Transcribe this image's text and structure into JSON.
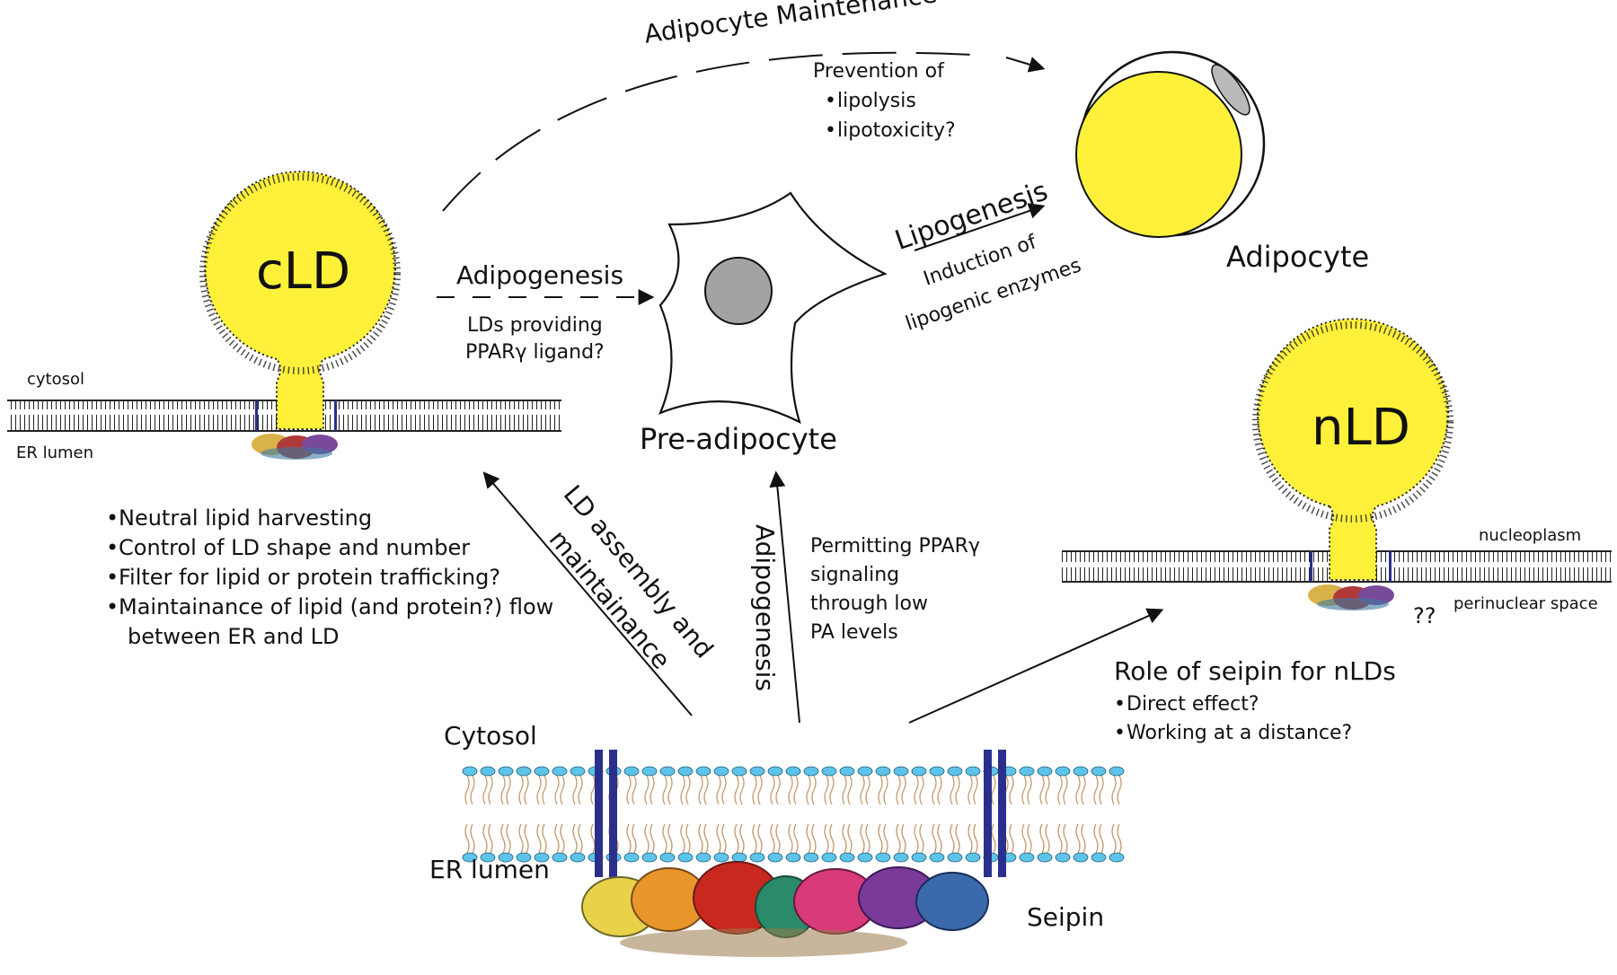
{
  "labels": {
    "adipocyte_maintenance": "Adipocyte Maintenance",
    "prevention_of": "Prevention of",
    "lipolysis": "lipolysis",
    "lipotoxicity": "lipotoxicity?",
    "lipogenesis": "Lipogenesis",
    "induction_of": "Induction of",
    "lipogenic_enzymes": "lipogenic enzymes",
    "adipocyte": "Adipocyte",
    "cld": "cLD",
    "nld": "nLD",
    "adipogenesis_top": "Adipogenesis",
    "lds_providing": "LDs providing",
    "ppar_ligand": "PPARγ ligand?",
    "pre_adipocyte": "Pre-adipocyte",
    "cytosol_small": "cytosol",
    "er_lumen_small": "ER lumen",
    "nucleoplasm": "nucleoplasm",
    "perinuclear_space": "perinuclear space",
    "question_marks": "??",
    "ld_assembly_1": "LD assembly and",
    "ld_assembly_2": "maintainance",
    "adipogenesis_vertical": "Adipogenesis",
    "permitting_1": "Permitting PPARγ",
    "permitting_2": "signaling",
    "permitting_3": "through low",
    "permitting_4": "PA levels",
    "role_title": "Role of seipin for nLDs",
    "direct_effect": "Direct effect?",
    "working_distance": "Working at a distance?",
    "cytosol_big": "Cytosol",
    "er_lumen_big": "ER lumen",
    "seipin": "Seipin"
  },
  "cld_functions": [
    "Neutral lipid harvesting",
    "Control of LD shape and number",
    "Filter for lipid or protein trafficking?",
    "Maintainance of lipid (and protein?) flow",
    "between ER and LD"
  ],
  "colors": {
    "lipid_droplet": "#fff13a",
    "nucleus": "#a3a3a3",
    "headgroup": "#5ec3e8",
    "seipin_tm": "#2b2f8c",
    "lipid_tail": "#c49a6c"
  }
}
